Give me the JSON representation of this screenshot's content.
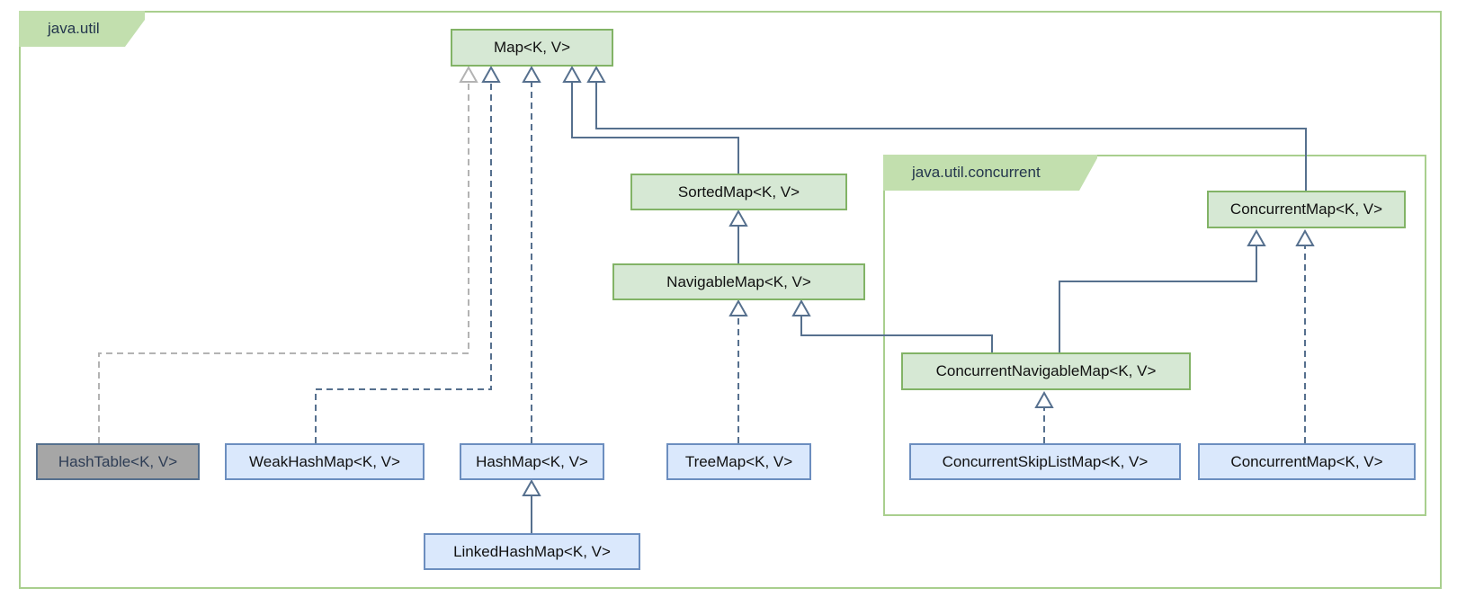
{
  "packages": {
    "util": {
      "label": "java.util"
    },
    "concurrent": {
      "label": "java.util.concurrent"
    }
  },
  "nodes": {
    "map": {
      "label": "Map<K, V>",
      "kind": "interface"
    },
    "sorted_map": {
      "label": "SortedMap<K, V>",
      "kind": "interface"
    },
    "navigable_map": {
      "label": "NavigableMap<K, V>",
      "kind": "interface"
    },
    "concurrent_map": {
      "label": "ConcurrentMap<K, V>",
      "kind": "interface"
    },
    "concurrent_navigable_map": {
      "label": "ConcurrentNavigableMap<K, V>",
      "kind": "interface"
    },
    "hash_table": {
      "label": "HashTable<K, V>",
      "kind": "legacy-class"
    },
    "weak_hash_map": {
      "label": "WeakHashMap<K, V>",
      "kind": "class"
    },
    "hash_map": {
      "label": "HashMap<K, V>",
      "kind": "class"
    },
    "linked_hash_map": {
      "label": "LinkedHashMap<K, V>",
      "kind": "class"
    },
    "tree_map": {
      "label": "TreeMap<K, V>",
      "kind": "class"
    },
    "concurrent_skip_list_map": {
      "label": "ConcurrentSkipListMap<K, V>",
      "kind": "class"
    },
    "concurrent_map_impl": {
      "label": "ConcurrentMap<K, V>",
      "kind": "class"
    }
  },
  "relations": [
    {
      "from": "HashTable<K, V>",
      "to": "Map<K, V>",
      "type": "realization",
      "style": "dashed-gray"
    },
    {
      "from": "WeakHashMap<K, V>",
      "to": "Map<K, V>",
      "type": "realization"
    },
    {
      "from": "HashMap<K, V>",
      "to": "Map<K, V>",
      "type": "realization"
    },
    {
      "from": "SortedMap<K, V>",
      "to": "Map<K, V>",
      "type": "generalization"
    },
    {
      "from": "ConcurrentMap<K, V>",
      "to": "Map<K, V>",
      "type": "generalization"
    },
    {
      "from": "NavigableMap<K, V>",
      "to": "SortedMap<K, V>",
      "type": "generalization"
    },
    {
      "from": "TreeMap<K, V>",
      "to": "NavigableMap<K, V>",
      "type": "realization"
    },
    {
      "from": "ConcurrentNavigableMap<K, V>",
      "to": "NavigableMap<K, V>",
      "type": "generalization"
    },
    {
      "from": "ConcurrentNavigableMap<K, V>",
      "to": "ConcurrentMap<K, V>",
      "type": "generalization"
    },
    {
      "from": "ConcurrentSkipListMap<K, V>",
      "to": "ConcurrentNavigableMap<K, V>",
      "type": "realization"
    },
    {
      "from": "ConcurrentMap<K, V> (class)",
      "to": "ConcurrentMap<K, V>",
      "type": "realization"
    },
    {
      "from": "LinkedHashMap<K, V>",
      "to": "HashMap<K, V>",
      "type": "generalization"
    }
  ],
  "colors": {
    "package_border": "#a9cf8e",
    "package_tab": "#c2dfae",
    "interface_fill": "#d6e8d4",
    "interface_border": "#82b366",
    "class_fill": "#dae8fc",
    "class_border": "#6c8ebf",
    "legacy_fill": "#a6a6a6",
    "edge": "#56708e",
    "edge_legacy": "#b3b3b3"
  }
}
